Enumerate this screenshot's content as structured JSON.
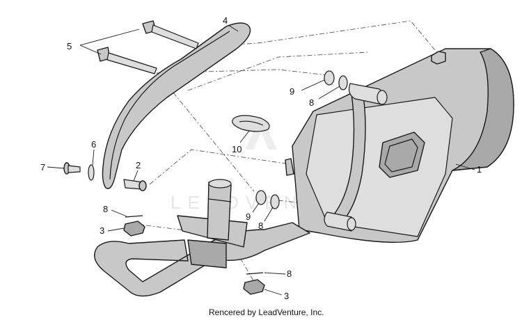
{
  "diagram": {
    "callouts": {
      "c1": "1",
      "c2": "2",
      "c3a": "3",
      "c3b": "3",
      "c4": "4",
      "c5": "5",
      "c6": "6",
      "c7": "7",
      "c8a": "8",
      "c8b": "8",
      "c8c": "8",
      "c8d": "8",
      "c9a": "9",
      "c9b": "9",
      "c10": "10"
    },
    "watermark": "LEADVENTURE",
    "credit": "Rencered by LeadVenture, Inc."
  }
}
